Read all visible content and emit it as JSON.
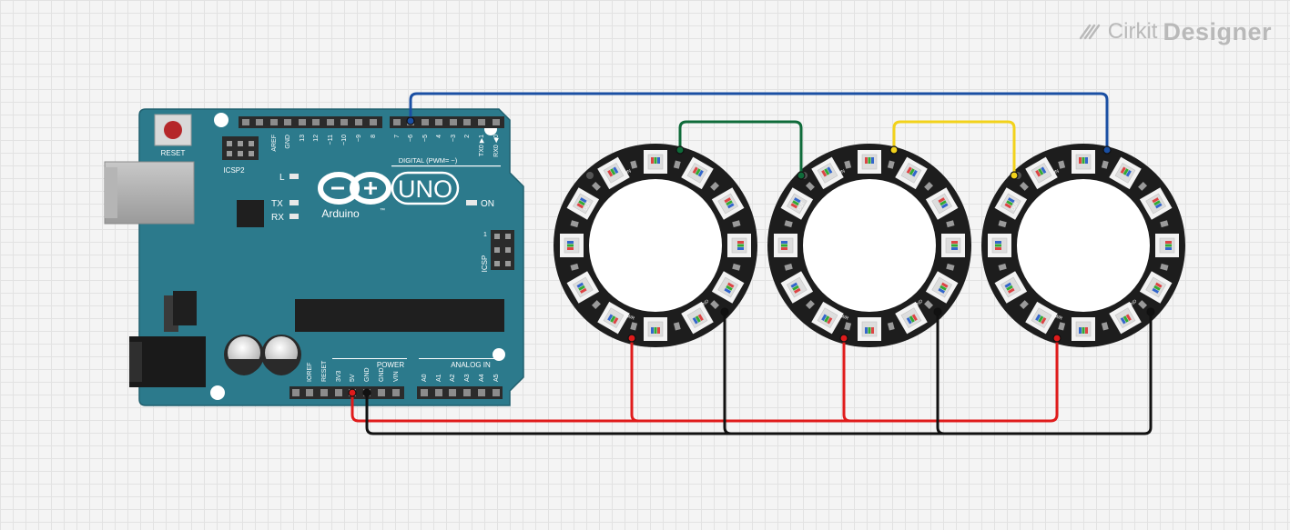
{
  "brand": {
    "prefix": "Cirkit",
    "suffix": "Designer"
  },
  "arduino": {
    "reset": "RESET",
    "icsp2": "ICSP2",
    "icsp": "ICSP",
    "led_l": "L",
    "led_tx": "TX",
    "led_rx": "RX",
    "on": "ON",
    "digital": "DIGITAL (PWM= ~)",
    "uno": "UNO",
    "arduino": "Arduino",
    "tm": "™",
    "power": "POWER",
    "analog_in": "ANALOG IN",
    "icsp_pin1": "1",
    "top_pins": [
      "AREF",
      "GND",
      "13",
      "12",
      "~11",
      "~10",
      "~9",
      "8",
      "7",
      "~6",
      "~5",
      "4",
      "~3",
      "2",
      "TX0 ▶1",
      "RX0 ◀0"
    ],
    "power_pins": [
      "IOREF",
      "RESET",
      "3V3",
      "5V",
      "GND",
      "GND",
      "VIN"
    ],
    "analog_pins": [
      "A0",
      "A1",
      "A2",
      "A3",
      "A4",
      "A5"
    ]
  },
  "rings": [
    {
      "in": "IN",
      "out": "OUT",
      "pwr": "PWR",
      "gnd": "GND"
    },
    {
      "in": "IN",
      "out": "OUT",
      "pwr": "PWR",
      "gnd": "GND"
    },
    {
      "in": "IN",
      "out": "OUT",
      "pwr": "PWR",
      "gnd": "GND"
    }
  ],
  "wires": [
    {
      "name": "data-pin6-to-ring3-in",
      "color": "#1a4fa3"
    },
    {
      "name": "ring1-in-to-ring2-out",
      "color": "#0f6b3a"
    },
    {
      "name": "ring2-in-to-ring3-out",
      "color": "#f2d21b"
    },
    {
      "name": "5v-power-bus",
      "color": "#e01b1b"
    },
    {
      "name": "ground-bus",
      "color": "#111111"
    }
  ],
  "colors": {
    "board": "#2c7a8c",
    "board_dark": "#20606f",
    "ring": "#1d1d1d",
    "header": "#2b2b2b"
  }
}
